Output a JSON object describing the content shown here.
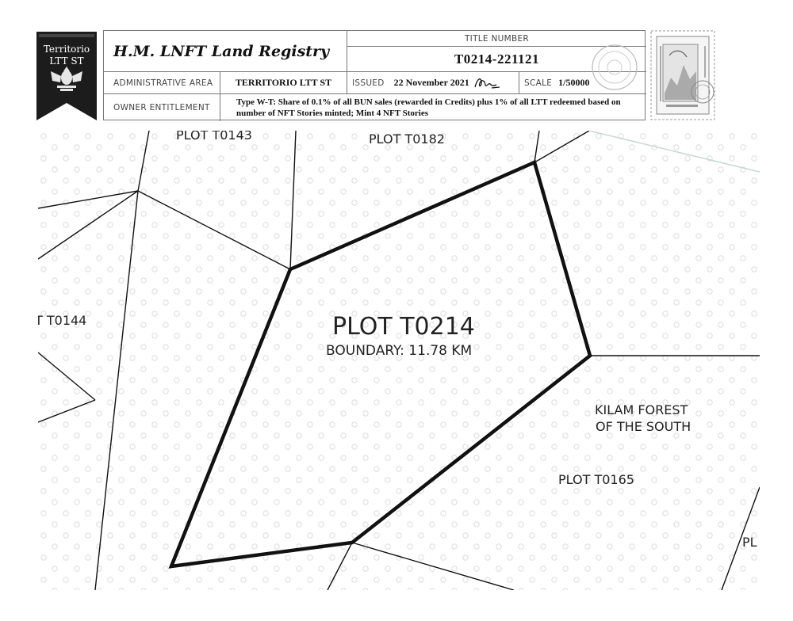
{
  "badge": {
    "line1": "Territorio",
    "line2": "LTT ST",
    "emblem": "eagle-crest-icon"
  },
  "header": {
    "registry_title": "H.M. LNFT Land Registry",
    "title_number_label": "TITLE NUMBER",
    "title_number": "T0214-221121",
    "admin_area_label": "ADMINISTRATIVE AREA",
    "admin_area": "TERRITORIO LTT ST",
    "issued_label": "ISSUED",
    "issued_date": "22 November 2021",
    "scale_label": "SCALE",
    "scale": "1/50000",
    "owner_label": "OWNER ENTITLEMENT",
    "owner_text": "Type W-T: Share of 0.1% of all BUN sales (rewarded in Credits) plus 1% of all LTT redeemed based on number of NFT Stories minted; Mint 4 NFT Stories"
  },
  "stamp": {
    "icon": "postage-stamp-icon"
  },
  "map": {
    "main_plot": "PLOT T0214",
    "boundary": "BOUNDARY: 11.78 KM",
    "labels": {
      "t0143": "PLOT T0143",
      "t0182": "PLOT T0182",
      "t0144": "T T0144",
      "forest_line1": "KILAM FOREST",
      "forest_line2": "OF THE SOUTH",
      "t0165": "PLOT T0165",
      "pl": "PL"
    },
    "colors": {
      "boundary": "#111111",
      "lines": "#111111",
      "dots": "#d8d8d8"
    }
  }
}
